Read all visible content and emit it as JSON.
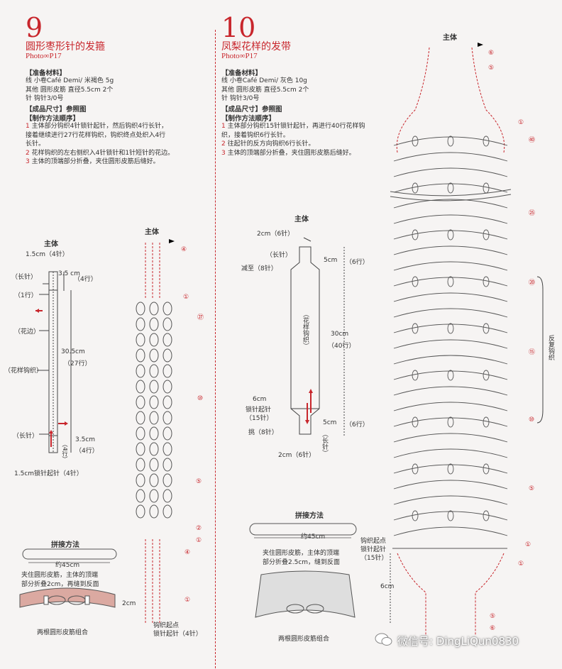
{
  "p9": {
    "number": "9",
    "title": "圆形枣形针的发箍",
    "photo": "Photo∞P17",
    "materials_header": "【准备材料】",
    "materials": [
      "线 小卷Café Demi/ 米褐色 5g",
      "其他 圆形皮筋 直径5.5cm 2个",
      "针 钩针3/0号"
    ],
    "size_header": "【成品尺寸】参照图",
    "steps_header": "【制作方法顺序】",
    "steps": [
      {
        "n": "1",
        "t": "主体部分钩织4针锁针起针，然后钩织4行长针，"
      },
      {
        "n": "",
        "t": "接着继续进行27行花样钩织，钩织终点处织入4行"
      },
      {
        "n": "",
        "t": "长针。"
      },
      {
        "n": "2",
        "t": "花样钩织的左右侧织入4针锁针和1针短针的花边。"
      },
      {
        "n": "3",
        "t": "主体的顶端部分折叠，夹住圆形皮筋后缝好。"
      }
    ],
    "diagram": {
      "title": "主体",
      "top_width": "1.5cm（4针）",
      "top_h": "3.5 cm",
      "top_rows": "（4行）",
      "changzhen": "（长针）",
      "one_row": "（1行）",
      "huabian": "（花边）",
      "mid_len": "30.5cm",
      "mid_rows": "（27行）",
      "huayang": "（花样钩织）",
      "changzhen2": "（长针）",
      "bot_h": "3.5cm",
      "bot_rows": "（4行）",
      "bot_col": "（4行）",
      "chain_start": "1.5cm锁针起针（4针）"
    },
    "chart": {
      "title": "主体",
      "marks": [
        "④",
        "①",
        "㉗",
        "⑩",
        "⑤",
        "②",
        "①",
        "④",
        "①"
      ],
      "cm2": "2cm",
      "start_label": "钩织起点",
      "start_chain": "锁针起针（4针）"
    },
    "join": {
      "title": "拼接方法",
      "approx": "约45cm",
      "note1": "夹住圆形皮筋，主体的顶端",
      "note2": "部分折叠2cm，再缝到反面",
      "caption": "两根圆形皮筋组合"
    }
  },
  "p10": {
    "number": "10",
    "title": "凤梨花样的发带",
    "photo": "Photo∞P17",
    "materials_header": "【准备材料】",
    "materials": [
      "线 小卷Café Demi/ 灰色 10g",
      "其他 圆形皮筋 直径5.5cm 2个",
      "针 钩针3/0号"
    ],
    "size_header": "【成品尺寸】参照图",
    "steps_header": "【制作方法顺序】",
    "steps": [
      {
        "n": "1",
        "t": "主体部分钩织15针锁针起针，再进行40行花样钩"
      },
      {
        "n": "",
        "t": "织，接着钩织6行长针。"
      },
      {
        "n": "2",
        "t": "往起针的反方向钩织6行长针。"
      },
      {
        "n": "3",
        "t": "主体的顶端部分折叠，夹住圆形皮筋后缝好。"
      }
    ],
    "diagram": {
      "title": "主体",
      "top_width": "2cm（6针）",
      "changzhen": "（长针）",
      "jianzhi": "减至（8针）",
      "top_h": "5cm",
      "top_rows": "（6行）",
      "center": "（花样钩织）",
      "mid_len": "30cm",
      "mid_rows": "（40行）",
      "start1": "6cm",
      "start2": "锁针起针",
      "start3": "（15针）",
      "tiao": "挑（8针）",
      "bot_h": "5cm",
      "bot_rows": "（6行）",
      "bot_col": "（长针）",
      "bot_width": "2cm（6针）"
    },
    "chart": {
      "title": "主体",
      "marks": [
        "⑥",
        "⑤",
        "①",
        "㊵",
        "㉕",
        "⑳",
        "⑮",
        "⑩",
        "⑤",
        "①",
        "①",
        "⑤",
        "⑥"
      ],
      "repeat": "反复钩织",
      "start_label": "钩织起点",
      "start_chain": "锁针起针",
      "start_count": "（15针）",
      "cm6": "6cm"
    },
    "join": {
      "title": "拼接方法",
      "approx": "约45cm",
      "note1": "夹住圆形皮筋，主体的顶端",
      "note2": "部分折叠2.5cm，缝到反面",
      "caption": "两根圆形皮筋组合"
    }
  },
  "watermark": "微信号: DingLiQun0830",
  "colors": {
    "accent": "#c8262c",
    "line": "#444444"
  }
}
